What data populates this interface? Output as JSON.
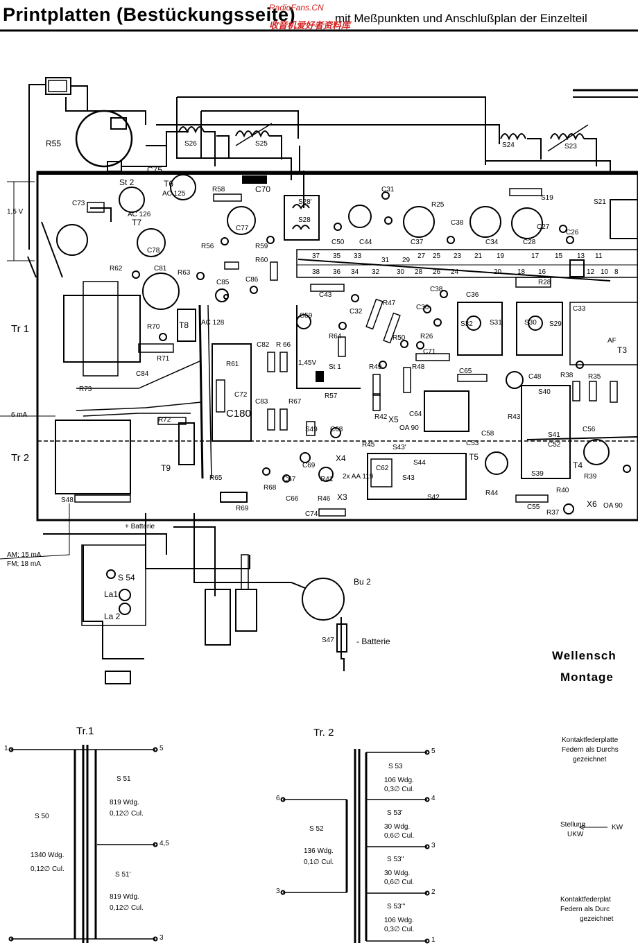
{
  "header": {
    "title": "Printplatten (Bestückungsseite)",
    "subtitle": "mit Meßpunkten und Anschlußplan der Einzelteil",
    "watermark_top": "RadioFans.CN",
    "watermark": "收音机爱好者资料库"
  },
  "board": {
    "voltage_label": "1,5 V",
    "current_6ma": "6 mA",
    "current_am": "AM; 15 mA",
    "current_fm": "FM; 18 mA",
    "tr1_label": "Tr 1",
    "tr2_label": "Tr 2",
    "batt_plus": "+ Batterie",
    "batt_minus": "- Batterie",
    "bu2": "Bu 2",
    "components": {
      "r55": "R55",
      "s26": "S26",
      "s25": "S25",
      "s24": "S24",
      "s23": "S23",
      "st2": "St 2",
      "c75": "C75",
      "c70": "C70",
      "c31": "C31",
      "s19": "S19",
      "s21": "S21",
      "t6": "T6",
      "ac125": "AC 125",
      "r58": "R58",
      "c73": "C73",
      "t7": "T7",
      "ac126": "AC 126",
      "c77": "C77",
      "c78": "C78",
      "r56": "R56",
      "r59": "R59",
      "s28p": "S28'",
      "s28": "S28",
      "r25": "R25",
      "c38": "C38",
      "c50": "C50",
      "c44": "C44",
      "c37": "C37",
      "c34": "C34",
      "c28": "C28",
      "c27": "C27",
      "c26": "C26",
      "r62": "R62",
      "c81": "C81",
      "r63": "R63",
      "r60": "R60",
      "c85": "C85",
      "c86": "C86",
      "c43": "C43",
      "c32": "C32",
      "r47": "R47",
      "c30": "C30",
      "c36": "C36",
      "c33": "C33",
      "t3": "T3",
      "af": "AF",
      "c59": "C59",
      "r64": "R64",
      "r70": "R70",
      "t8": "T8",
      "ac128": "AC 128",
      "r71": "R71",
      "c82": "C82",
      "r66": "R 66",
      "r61": "R61",
      "s31": "S31",
      "s30": "S30",
      "s29": "S29",
      "s32": "S32",
      "r26": "R26",
      "r50": "R50",
      "c84": "C84",
      "c71": "C71",
      "st1": "St 1",
      "v145": "1,45V",
      "c65": "C65",
      "c72": "C72",
      "r49": "R49",
      "r48": "R48",
      "c48": "C48",
      "r38": "R38",
      "r35": "R35",
      "r73": "R73",
      "c83": "C83",
      "r67": "R67",
      "r57": "R57",
      "s40": "S40",
      "c180": "C180",
      "r72": "R72",
      "s49": "S49",
      "c68": "C68",
      "r42": "R42",
      "x5": "X5",
      "oa90": "OA 90",
      "c64": "C64",
      "r43": "R43",
      "c58": "C58",
      "c56": "C56",
      "s41": "S41",
      "c52": "C52",
      "r45": "R45",
      "c69": "C69",
      "x4": "X4",
      "c62": "C62",
      "s43": "S43",
      "s43p": "S43'",
      "s44": "S44",
      "c53": "C53",
      "t5": "T5",
      "s39": "S39",
      "t4": "T4",
      "r39": "R39",
      "t9": "T9",
      "r65": "R65",
      "r68": "R68",
      "c67": "C67",
      "r41": "R41",
      "c66": "C66",
      "r46": "R46",
      "x3": "X3",
      "aa119": "2x AA 119",
      "s42": "S42",
      "r44": "R44",
      "r40": "R40",
      "x6": "X6",
      "r69": "R69",
      "c74": "C74",
      "c55": "C55",
      "r37": "R37",
      "s48": "S48",
      "s54": "S 54",
      "la1": "La1",
      "la2": "La 2",
      "s47": "S47",
      "r28": "R28"
    },
    "pins": [
      "37",
      "35",
      "33",
      "31",
      "29",
      "27",
      "25",
      "23",
      "21",
      "19",
      "17",
      "15",
      "13",
      "11",
      "38",
      "36",
      "34",
      "32",
      "30",
      "28",
      "26",
      "24",
      "20",
      "18",
      "16",
      "12",
      "10",
      "8"
    ],
    "right_notes": {
      "wellensch": "Wellensch",
      "montage": "Montage",
      "kontakt1": "Kontaktfederplatte",
      "kontakt2": "Federn als Durchs",
      "kontakt3": "gezeichnet",
      "stellung": "Stellung",
      "ukw": "UKW",
      "kw": "KW",
      "kontakt4": "Kontaktfederplat",
      "kontakt5": "Federn als Durc",
      "kontakt6": "gezeichnet"
    }
  },
  "transformers": {
    "tr1": {
      "title": "Tr.1",
      "pins": [
        "1",
        "5",
        "4,5",
        "3"
      ],
      "s50": "S 50",
      "s50_turns": "1340 Wdg.",
      "s50_wire": "0,12∅ Cul.",
      "s51": "S 51",
      "s51_turns": "819 Wdg.",
      "s51_wire": "0,12∅ Cul.",
      "s51p": "S 51'",
      "s51p_turns": "819 Wdg.",
      "s51p_wire": "0,12∅ Cul."
    },
    "tr2": {
      "title": "Tr. 2",
      "pins": [
        "6",
        "3",
        "5",
        "4",
        "3",
        "2",
        "1"
      ],
      "s52": "S 52",
      "s52_turns": "136 Wdg.",
      "s52_wire": "0,1∅ Cul.",
      "s53": "S 53",
      "s53_turns": "106 Wdg.",
      "s53_wire": "0,3∅ Cul.",
      "s53p": "S 53'",
      "s53p_turns": "30 Wdg.",
      "s53p_wire": "0,6∅ Cul.",
      "s53pp": "S 53''",
      "s53pp_turns": "30 Wdg.",
      "s53pp_wire": "0,6∅ Cul.",
      "s53ppp": "S 53'''",
      "s53ppp_turns": "106 Wdg.",
      "s53ppp_wire": "0,3∅ Cul."
    }
  }
}
